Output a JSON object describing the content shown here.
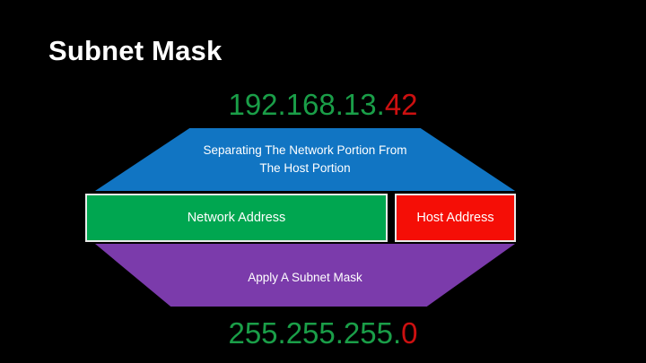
{
  "slide": {
    "title": "Subnet Mask",
    "background_color": "#000000"
  },
  "ip_address": {
    "network_part": "192.168.13.",
    "host_part": "42",
    "full": "192.168.13.42",
    "network_color": "#1a9e48",
    "host_color": "#cc1010"
  },
  "subnet_mask": {
    "network_part": "255.255.255.",
    "host_part": "0",
    "full": "255.255.255.0",
    "network_color": "#1a9e48",
    "host_color": "#cc1010"
  },
  "upper_banner": {
    "line1": "Separating The Network Portion From",
    "line2": "The Host Portion",
    "color": "#1175c3"
  },
  "bars": {
    "network": {
      "label": "Network Address",
      "color": "#00a650"
    },
    "host": {
      "label": "Host Address",
      "color": "#f50e06"
    }
  },
  "lower_banner": {
    "label": "Apply A Subnet Mask",
    "color": "#7b3bab"
  }
}
